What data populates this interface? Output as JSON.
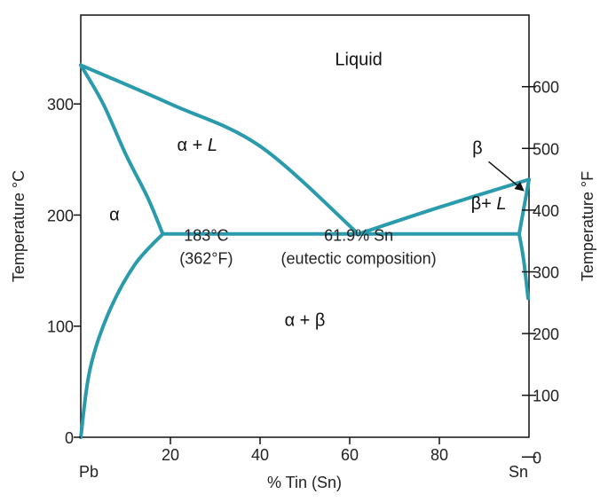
{
  "chart_data": {
    "type": "line",
    "title": "",
    "xlabel": "% Tin (Sn)",
    "ylabel_left": "Temperature °C",
    "ylabel_right": "Temperature °F",
    "xlim": [
      0,
      100
    ],
    "ylim_left": [
      0,
      380
    ],
    "ylim_right_F": [
      32,
      716
    ],
    "grid": false,
    "x_ticks": [
      {
        "value": 20,
        "label": "20"
      },
      {
        "value": 40,
        "label": "40"
      },
      {
        "value": 60,
        "label": "60"
      },
      {
        "value": 80,
        "label": "80"
      }
    ],
    "x_end_labels": {
      "left": "Pb",
      "right": "Sn"
    },
    "y_ticks_left": [
      {
        "value": 0,
        "label": "0"
      },
      {
        "value": 100,
        "label": "100"
      },
      {
        "value": 200,
        "label": "200"
      },
      {
        "value": 300,
        "label": "300"
      }
    ],
    "y_ticks_right": [
      {
        "value": 0,
        "label": "0"
      },
      {
        "value": 100,
        "label": "100"
      },
      {
        "value": 200,
        "label": "200"
      },
      {
        "value": 300,
        "label": "300"
      },
      {
        "value": 400,
        "label": "400"
      },
      {
        "value": 500,
        "label": "500"
      },
      {
        "value": 600,
        "label": "600"
      }
    ],
    "line_color": "#2a9bad",
    "series": [
      {
        "id": "liquidus-left",
        "points": [
          [
            0,
            335
          ],
          [
            20,
            300
          ],
          [
            40,
            262
          ],
          [
            61.9,
            183
          ]
        ]
      },
      {
        "id": "solidus-left",
        "points": [
          [
            0,
            335
          ],
          [
            5,
            300
          ],
          [
            10,
            255
          ],
          [
            15,
            215
          ],
          [
            18.3,
            183
          ]
        ]
      },
      {
        "id": "solvus-left",
        "points": [
          [
            0,
            0
          ],
          [
            2,
            60
          ],
          [
            6,
            110
          ],
          [
            12,
            155
          ],
          [
            18.3,
            183
          ]
        ]
      },
      {
        "id": "eutectic-isotherm",
        "points": [
          [
            18.3,
            183
          ],
          [
            97.8,
            183
          ]
        ]
      },
      {
        "id": "liquidus-right",
        "points": [
          [
            61.9,
            183
          ],
          [
            80,
            207
          ],
          [
            100,
            232
          ]
        ]
      },
      {
        "id": "solidus-right",
        "points": [
          [
            97.8,
            183
          ],
          [
            100,
            232
          ]
        ]
      },
      {
        "id": "solvus-right",
        "points": [
          [
            97.8,
            183
          ],
          [
            98.8,
            160
          ],
          [
            99.8,
            125
          ]
        ]
      }
    ],
    "region_labels": [
      {
        "key": "liquid",
        "text": "Liquid",
        "x": 62,
        "y": 335
      },
      {
        "key": "alpha_plus_l",
        "text": "α + ",
        "italic_suffix": "L",
        "x": 26,
        "y": 258
      },
      {
        "key": "alpha",
        "text": "α",
        "x": 7.5,
        "y": 195
      },
      {
        "key": "beta",
        "text": "β",
        "x": 88.5,
        "y": 255
      },
      {
        "key": "beta_plus_l",
        "text": "β+ ",
        "italic_suffix": "L",
        "x": 91,
        "y": 205
      },
      {
        "key": "alpha_plus_beta",
        "text": "α + β",
        "x": 50,
        "y": 100
      }
    ],
    "annotations": [
      {
        "key": "eutectic_temp_c",
        "text": "183°C",
        "x": 28,
        "y": 177
      },
      {
        "key": "eutectic_temp_f",
        "text": "(362°F)",
        "x": 28,
        "y": 156
      },
      {
        "key": "eutectic_comp",
        "text": "61.9% Sn",
        "x": 62,
        "y": 177
      },
      {
        "key": "eutectic_note",
        "text": "(eutectic composition)",
        "x": 62,
        "y": 156
      }
    ],
    "beta_arrow": {
      "from": [
        91,
        248
      ],
      "to": [
        98.8,
        222
      ]
    }
  }
}
